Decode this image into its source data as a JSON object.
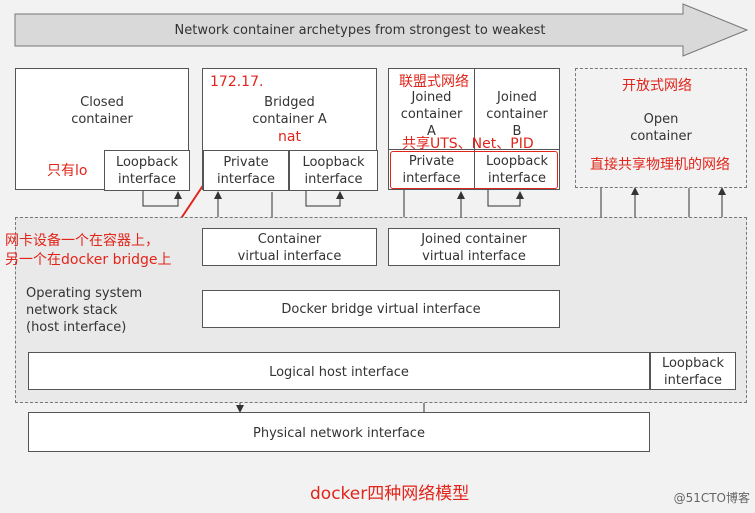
{
  "banner": {
    "title": "Network container archetypes from strongest to weakest"
  },
  "closed": {
    "title": "Closed\ncontainer",
    "loopback": "Loopback\ninterface"
  },
  "bridged": {
    "title": "Bridged\ncontainer A",
    "private": "Private\ninterface",
    "loopback": "Loopback\ninterface"
  },
  "joinedA": {
    "title": "Joined\ncontainer\nA",
    "private": "Private\ninterface"
  },
  "joinedB": {
    "title": "Joined\ncontainer\nB",
    "loopback": "Loopback\ninterface"
  },
  "open": {
    "title": "Open\ncontainer"
  },
  "host": {
    "stack": "Operating system\nnetwork stack\n(host interface)",
    "container_vif": "Container\nvirtual interface",
    "joined_vif": "Joined container\nvirtual interface",
    "bridge_vif": "Docker bridge virtual interface",
    "logical": "Logical host interface",
    "loopback": "Loopback\ninterface"
  },
  "physical": "Physical network interface",
  "annotations": {
    "ip": "172.17.",
    "nat": "nat",
    "only_lo": "只有lo",
    "union": "联盟式网络",
    "share": "共享UTS、Net、PID",
    "open_net": "开放式网络",
    "direct": "直接共享物理机的网络",
    "veth_line1": "网卡设备一个在容器上，",
    "veth_line2": "另一个在docker bridge上",
    "caption": "docker四种网络模型"
  },
  "watermark": "@51CTO博客",
  "colors": {
    "annotation": "#e0251b",
    "border": "#555555",
    "background": "#f2f2f2"
  }
}
